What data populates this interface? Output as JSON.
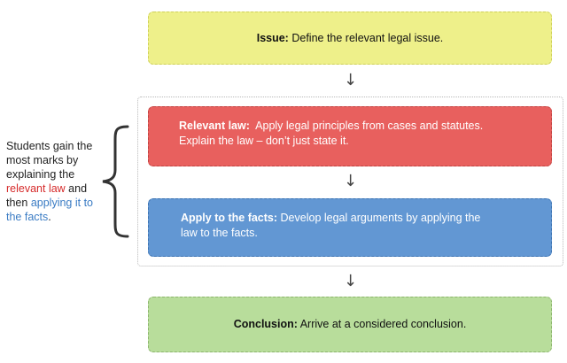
{
  "issue": {
    "label": "Issue:",
    "text": "Define the relevant legal issue."
  },
  "relevant_law": {
    "label": "Relevant law:",
    "line1": "Apply legal principles from cases and statutes.",
    "line2": "Explain the law – don’t just state it."
  },
  "apply": {
    "label": "Apply to the facts:",
    "line1": "Develop legal arguments by applying the",
    "line2": "law to the facts."
  },
  "conclusion": {
    "label": "Conclusion:",
    "text": "Arrive at a considered conclusion."
  },
  "side_note": {
    "line1": "Students gain the",
    "line2": "most marks by",
    "line3": "explaining the",
    "highlight_red": "relevant law",
    "and_text": " and",
    "then_text": "then ",
    "highlight_blue_1": "applying it to",
    "highlight_blue_2": "the facts",
    "period": "."
  },
  "arrows": {
    "glyph": "↓"
  },
  "colors": {
    "issue_fill": "#eef08a",
    "relevant_fill": "#e8605e",
    "apply_fill": "#6297d3",
    "conclusion_fill": "#b8dd9b",
    "highlight_red": "#d62b2b",
    "highlight_blue": "#3b7cc4"
  }
}
